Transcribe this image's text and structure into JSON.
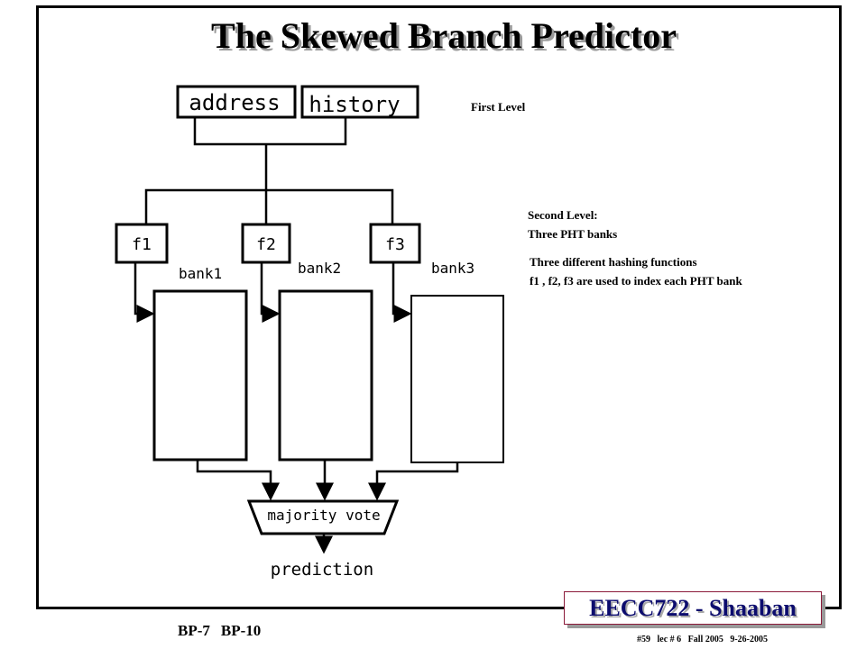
{
  "slide": {
    "title": "The Skewed Branch Predictor"
  },
  "diagram": {
    "inputs": {
      "address": "address",
      "history": "history"
    },
    "hash_functions": [
      "f1",
      "f2",
      "f3"
    ],
    "banks": [
      "bank1",
      "bank2",
      "bank3"
    ],
    "vote_label": "majority vote",
    "output_label": "prediction"
  },
  "notes": {
    "first_level": "First Level",
    "second_level_line1": "Second Level:",
    "second_level_line2": "Three PHT banks",
    "hashing_line1": "Three different hashing functions",
    "hashing_line2": "f1 , f2, f3 are used to index each PHT bank"
  },
  "footer": {
    "badge": "EECC722 - Shaaban",
    "left_code1": "BP-7",
    "left_code2": "BP-10",
    "slide_info": "#59   lec # 6   Fall 2005   9-26-2005"
  },
  "colors": {
    "badge_border": "#8b1a3a",
    "badge_text": "#0c0c6e",
    "shadow": "#9a9a9a"
  }
}
